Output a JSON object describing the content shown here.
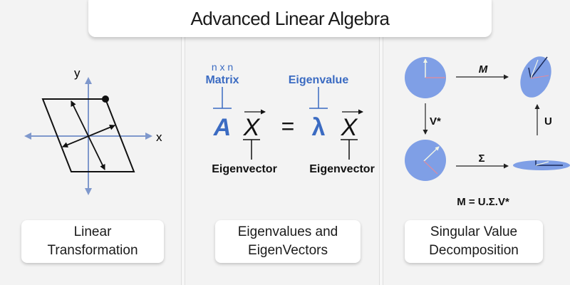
{
  "title": "Advanced Linear Algebra",
  "panels": [
    {
      "label_line1": "Linear",
      "label_line2": "Transformation",
      "axis_x": "x",
      "axis_y": "y"
    },
    {
      "label_line1": "Eigenvalues and",
      "label_line2": "EigenVectors",
      "top_left_dim": "n x n",
      "top_left": "Matrix",
      "top_right": "Eigenvalue",
      "symbol_A": "A",
      "symbol_x": "X",
      "equals": "=",
      "symbol_lambda": "λ",
      "bottom_left": "Eigenvector",
      "bottom_right": "Eigenvector"
    },
    {
      "label_line1": "Singular Value",
      "label_line2": "Decomposition",
      "arrow_M": "M",
      "arrow_V": "V*",
      "arrow_U": "U",
      "arrow_Sigma": "Σ",
      "formula": "M = U.Σ.V*"
    }
  ],
  "colors": {
    "axis_blue": "#7f98cc",
    "accent_blue": "#3b6bc2",
    "disc_fill": "#7f9fe6",
    "background": "#f3f3f3"
  }
}
